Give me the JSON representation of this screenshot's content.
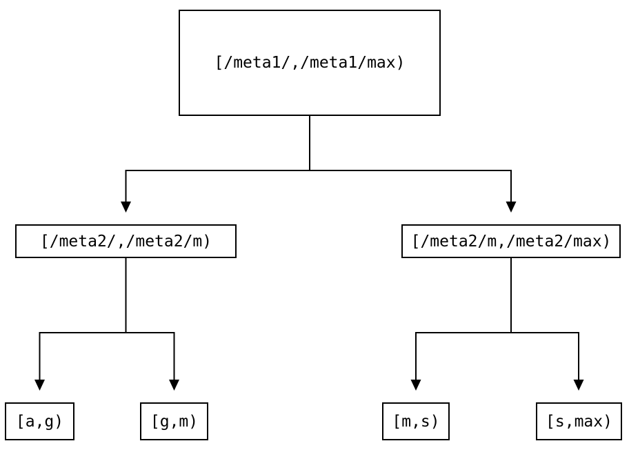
{
  "diagram": {
    "type": "tree",
    "background_color": "#ffffff",
    "line_color": "#000000",
    "nodes": {
      "root": {
        "label": "[/meta1/,/meta1/max)"
      },
      "left": {
        "label": "[/meta2/,/meta2/m)"
      },
      "right": {
        "label": "[/meta2/m,/meta2/max)"
      },
      "leaf_ag": {
        "label": "[a,g)"
      },
      "leaf_gm": {
        "label": "[g,m)"
      },
      "leaf_ms": {
        "label": "[m,s)"
      },
      "leaf_smax": {
        "label": "[s,max)"
      }
    },
    "edges": [
      {
        "from": "root",
        "to": "left"
      },
      {
        "from": "root",
        "to": "right"
      },
      {
        "from": "left",
        "to": "leaf_ag"
      },
      {
        "from": "left",
        "to": "leaf_gm"
      },
      {
        "from": "right",
        "to": "leaf_ms"
      },
      {
        "from": "right",
        "to": "leaf_smax"
      }
    ]
  }
}
